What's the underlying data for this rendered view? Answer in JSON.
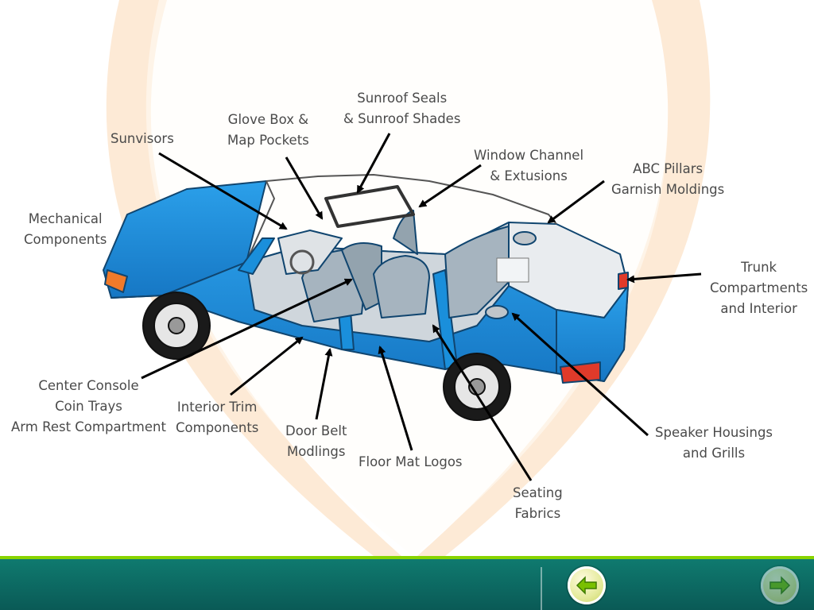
{
  "labels": {
    "sunvisors": "Sunvisors",
    "glove_box": [
      "Glove Box &",
      "Map Pockets"
    ],
    "sunroof": [
      "Sunroof Seals",
      "& Sunroof Shades"
    ],
    "window_channel": [
      "Window Channel",
      "& Extusions"
    ],
    "abc_pillars": [
      "ABC Pillars",
      "Garnish Moldings"
    ],
    "mechanical": [
      "Mechanical",
      "Components"
    ],
    "trunk": [
      "Trunk",
      "Compartments",
      "and Interior"
    ],
    "center_console": [
      "Center Console",
      "Coin Trays",
      "Arm Rest Compartment"
    ],
    "interior_trim": [
      "Interior Trim",
      "Components"
    ],
    "door_belt": [
      "Door Belt",
      "Modlings"
    ],
    "floor_mat": "Floor Mat Logos",
    "seating": [
      "Seating",
      "Fabrics"
    ],
    "speaker": [
      "Speaker Housings",
      "and Grills"
    ]
  },
  "nav": {
    "back": "back-arrow-icon",
    "next": "next-arrow-icon"
  },
  "colors": {
    "car_body": "#1a8fdb",
    "background_arc": "#fde9d4",
    "bar": "#0a6b63",
    "bar_accent": "#88d400",
    "label_text": "#4a4a4a"
  }
}
